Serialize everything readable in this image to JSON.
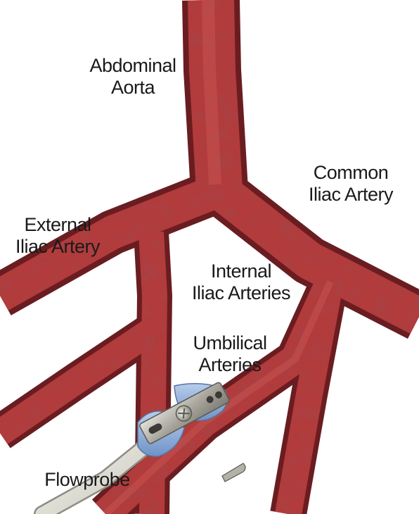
{
  "labels": {
    "abdominal_aorta": [
      "Abdominal",
      "Aorta"
    ],
    "common_iliac": [
      "Common",
      "Iliac Artery"
    ],
    "external_iliac": [
      "External",
      "Iliac Artery"
    ],
    "internal_iliac": [
      "Internal",
      "Iliac Arteries"
    ],
    "umbilical": [
      "Umbilical",
      "Arteries"
    ],
    "flowprobe": "Flowprobe"
  },
  "colors": {
    "vessel": "#b23b3b",
    "vessel_dark": "#5e1a1d",
    "probe_blue": "#8fb0dc",
    "probe_clamp": "#b7b5ac",
    "cable": "#dcdbd2"
  }
}
